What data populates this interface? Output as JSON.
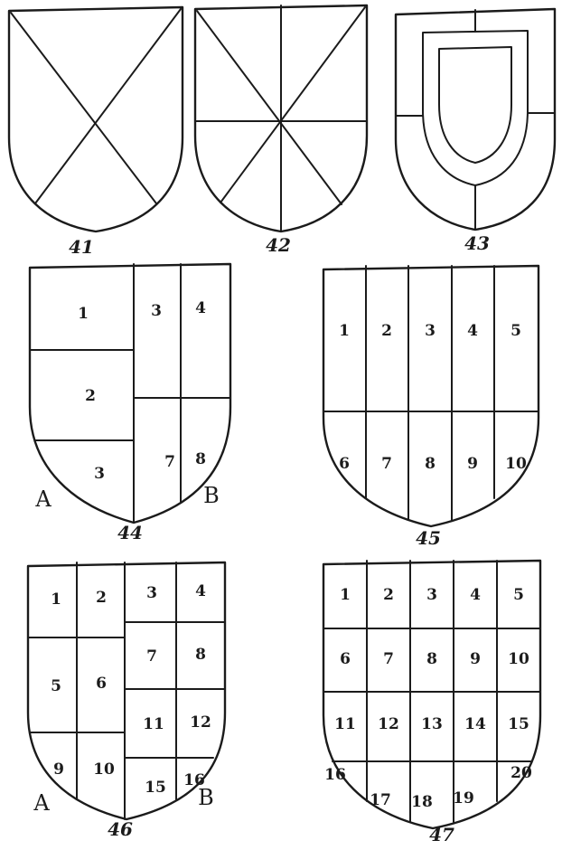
{
  "page": {
    "ink": "#1b1b1b",
    "paper": "#ffffff"
  },
  "fig41": {
    "caption": "41"
  },
  "fig42": {
    "caption": "42"
  },
  "fig43": {
    "caption": "43"
  },
  "fig44": {
    "caption": "44",
    "label_a": "A",
    "label_b": "B",
    "cells": {
      "l1": "1",
      "l2": "2",
      "l3": "3",
      "r1": "3",
      "r2": "4",
      "r3": "7",
      "r4": "8"
    }
  },
  "fig45": {
    "caption": "45",
    "cells": {
      "c1": "1",
      "c2": "2",
      "c3": "3",
      "c4": "4",
      "c5": "5",
      "c6": "6",
      "c7": "7",
      "c8": "8",
      "c9": "9",
      "c10": "10"
    }
  },
  "fig46": {
    "caption": "46",
    "label_a": "A",
    "label_b": "B",
    "cells": {
      "c1": "1",
      "c2": "2",
      "c3": "3",
      "c4": "4",
      "c5": "5",
      "c6": "6",
      "c7": "7",
      "c8": "8",
      "c9": "9",
      "c10": "10",
      "c11": "11",
      "c12": "12",
      "c15": "15",
      "c16": "16"
    }
  },
  "fig47": {
    "caption": "47",
    "cells": {
      "c1": "1",
      "c2": "2",
      "c3": "3",
      "c4": "4",
      "c5": "5",
      "c6": "6",
      "c7": "7",
      "c8": "8",
      "c9": "9",
      "c10": "10",
      "c11": "11",
      "c12": "12",
      "c13": "13",
      "c14": "14",
      "c15": "15",
      "c16": "16",
      "c17": "17",
      "c18": "18",
      "c19": "19",
      "c20": "20"
    }
  }
}
